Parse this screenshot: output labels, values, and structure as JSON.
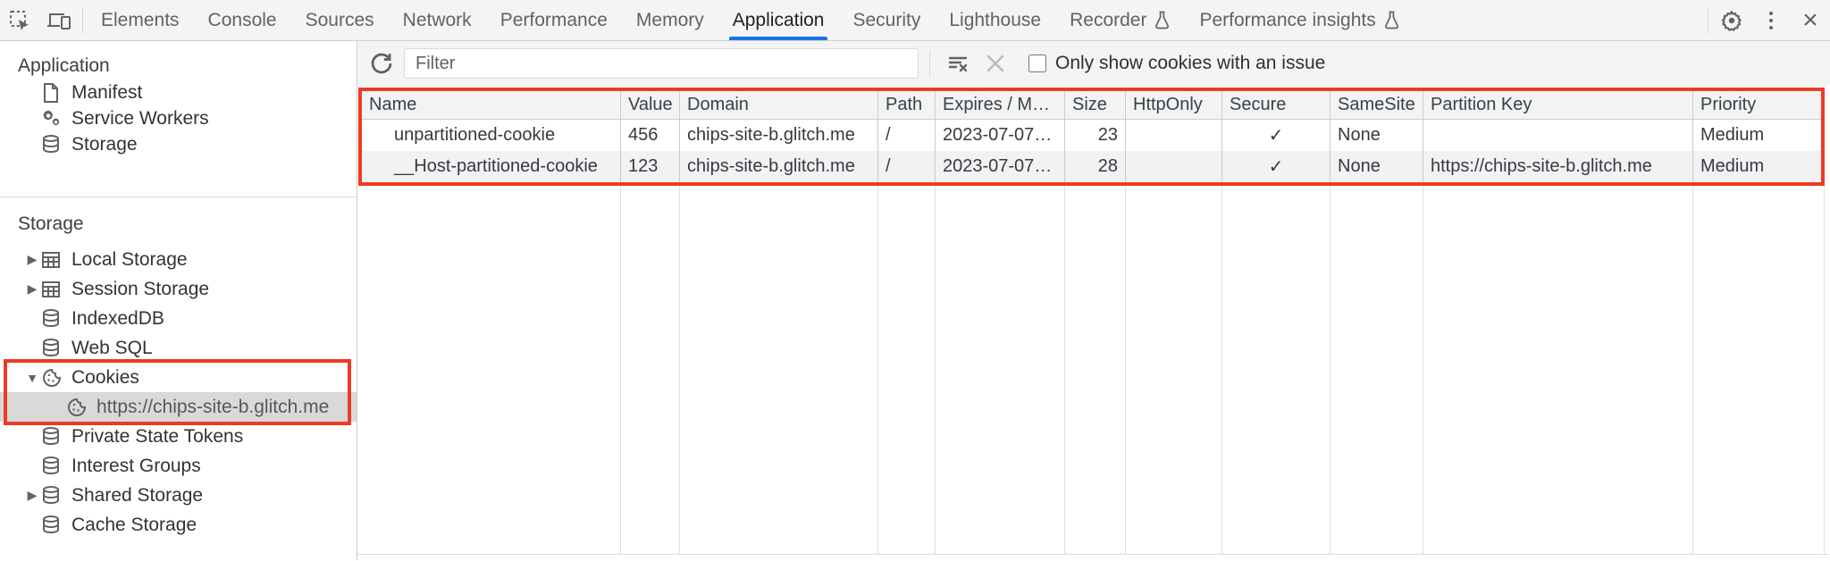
{
  "topbar": {
    "left_icons": [
      "inspect-icon",
      "device-toolbar-icon"
    ],
    "tabs": [
      {
        "label": "Elements",
        "active": false
      },
      {
        "label": "Console",
        "active": false
      },
      {
        "label": "Sources",
        "active": false
      },
      {
        "label": "Network",
        "active": false
      },
      {
        "label": "Performance",
        "active": false
      },
      {
        "label": "Memory",
        "active": false
      },
      {
        "label": "Application",
        "active": true
      },
      {
        "label": "Security",
        "active": false
      },
      {
        "label": "Lighthouse",
        "active": false
      },
      {
        "label": "Recorder",
        "active": false,
        "flask_icon": true
      },
      {
        "label": "Performance insights",
        "active": false,
        "flask_icon": true
      }
    ],
    "right_icons": [
      "settings-gear-icon",
      "more-kebab-icon",
      "close-icon"
    ],
    "close_glyph": "×"
  },
  "sidebar": {
    "sections": [
      {
        "title": "Application",
        "items": [
          {
            "label": "Manifest",
            "icon": "document-icon"
          },
          {
            "label": "Service Workers",
            "icon": "service-worker-gears-icon"
          },
          {
            "label": "Storage",
            "icon": "database-icon"
          }
        ]
      },
      {
        "title": "Storage",
        "items": [
          {
            "label": "Local Storage",
            "icon": "table-grid-icon",
            "expander": "collapsed"
          },
          {
            "label": "Session Storage",
            "icon": "table-grid-icon",
            "expander": "collapsed"
          },
          {
            "label": "IndexedDB",
            "icon": "database-icon"
          },
          {
            "label": "Web SQL",
            "icon": "database-icon"
          },
          {
            "label": "Cookies",
            "icon": "cookie-icon",
            "expander": "expanded",
            "highlighted": true
          },
          {
            "label": "https://chips-site-b.glitch.me",
            "icon": "cookie-icon",
            "child": true,
            "selected": true,
            "highlighted": true
          },
          {
            "label": "Private State Tokens",
            "icon": "database-icon"
          },
          {
            "label": "Interest Groups",
            "icon": "database-icon"
          },
          {
            "label": "Shared Storage",
            "icon": "database-icon",
            "expander": "collapsed"
          },
          {
            "label": "Cache Storage",
            "icon": "database-icon"
          }
        ]
      }
    ],
    "expander_collapsed": "▶",
    "expander_expanded": "▼"
  },
  "toolbar": {
    "refresh_icon": "refresh-icon",
    "filter_placeholder": "Filter",
    "clear_icon": "clear-filter-list-icon",
    "delete_icon": "delete-selected-icon",
    "checkbox_checked": false,
    "checkbox_label": "Only show cookies with an issue"
  },
  "cookie_table": {
    "columns": [
      "Name",
      "Value",
      "Domain",
      "Path",
      "Expires / M…",
      "Size",
      "HttpOnly",
      "Secure",
      "SameSite",
      "Partition Key",
      "Priority"
    ],
    "rows": [
      {
        "name": "unpartitioned-cookie",
        "value": "456",
        "domain": "chips-site-b.glitch.me",
        "path": "/",
        "expires": "2023-07-07…",
        "size": "23",
        "http_only": "",
        "secure": "✓",
        "same_site": "None",
        "partition_key": "",
        "priority": "Medium"
      },
      {
        "name": "__Host-partitioned-cookie",
        "value": "123",
        "domain": "chips-site-b.glitch.me",
        "path": "/",
        "expires": "2023-07-07…",
        "size": "28",
        "http_only": "",
        "secure": "✓",
        "same_site": "None",
        "partition_key": "https://chips-site-b.glitch.me",
        "priority": "Medium"
      }
    ]
  },
  "colors": {
    "accent_blue": "#1a73e8",
    "highlight_red": "#ee3b24",
    "icon_gray": "#5f6368",
    "toolbar_bg": "#f4f4f5",
    "header_bg": "#f1f3f4",
    "stripe_bg": "#f1f2f4",
    "selected_item_bg": "#d9d9d9"
  }
}
